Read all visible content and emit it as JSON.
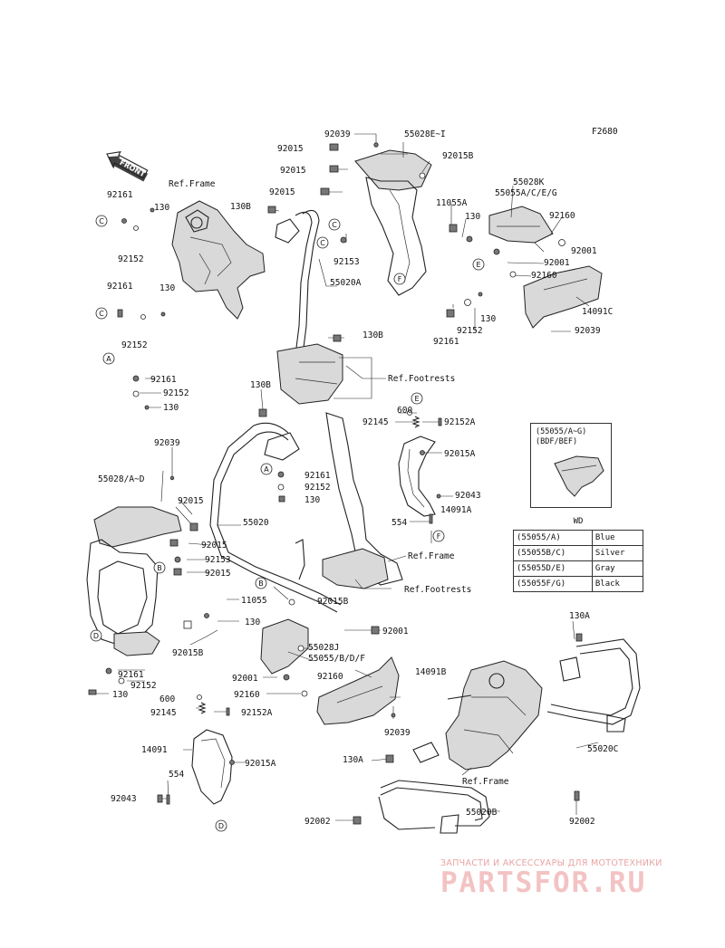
{
  "ref_code": "F2680",
  "front_label": "FRONT",
  "callouts": {
    "c_92039_top": "92039",
    "c_55028e": "55028E~I",
    "c_92015_1": "92015",
    "c_92015_2": "92015",
    "c_92015_3": "92015",
    "c_92015b_top": "92015B",
    "c_55028k": "55028K",
    "c_55055aceg": "55055A/C/E/G",
    "c_92161_left": "92161",
    "c_130_left": "130",
    "c_reframe_top": "Ref.Frame",
    "c_130b_top": "130B",
    "c_11055a": "11055A",
    "c_130_mid": "130",
    "c_92160_right": "92160",
    "c_92001_right": "92001",
    "c_92160_right2": "92160",
    "c_92152_left": "92152",
    "c_92153_top": "92153",
    "c_55020a": "55020A",
    "c_92161_left2": "92161",
    "c_130_left2": "130",
    "c_92152_left2": "92152",
    "c_14091c": "14091C",
    "c_92152_mid": "92152",
    "c_130_mid2": "130",
    "c_92161_mid": "92161",
    "c_92039_right": "92039",
    "c_130b_mid": "130B",
    "c_92161_a": "92161",
    "c_92152_a": "92152",
    "c_130_a": "130",
    "c_reffoot_top": "Ref.Footrests",
    "c_130b_left": "130B",
    "c_600_top": "600",
    "c_92145_top": "92145",
    "c_92152a_top": "92152A",
    "c_92015a_top": "92015A",
    "c_92039_left": "92039",
    "c_55028ad": "55028/A~D",
    "c_92161_c": "92161",
    "c_92152_c": "92152",
    "c_130_c": "130",
    "c_92015_left": "92015",
    "c_55020": "55020",
    "c_92043_top": "92043",
    "c_554_top": "554",
    "c_14091a": "14091A",
    "c_92015_left2": "92015",
    "c_92153_left": "92153",
    "c_92015_left3": "92015",
    "c_reframe_mid": "Ref.Frame",
    "c_reffoot_mid": "Ref.Footrests",
    "c_11055": "11055",
    "c_92015b_mid": "92015B",
    "c_130_b": "130",
    "c_92001_mid": "92001",
    "c_92015b_left": "92015B",
    "c_55028j": "55028J",
    "c_55055bdf": "55055/B/D/F",
    "c_92160_mid": "92160",
    "c_14091b": "14091B",
    "c_92161_d": "92161",
    "c_92152_d": "92152",
    "c_130_d": "130",
    "c_92001_low": "92001",
    "c_92160_low": "92160",
    "c_600_low": "600",
    "c_92145_low": "92145",
    "c_92152a_low": "92152A",
    "c_92039_low": "92039",
    "c_14091": "14091",
    "c_92015a_low": "92015A",
    "c_554_low": "554",
    "c_92043_low": "92043",
    "c_130a_top": "130A",
    "c_55020c": "55020C",
    "c_130a_low": "130A",
    "c_reframe_low": "Ref.Frame",
    "c_92002_left": "92002",
    "c_55020b": "55020B",
    "c_92002_right": "92002"
  },
  "circle_markers": [
    "C",
    "C",
    "C",
    "C",
    "E",
    "F",
    "A",
    "A",
    "E",
    "F",
    "B",
    "B",
    "D",
    "D"
  ],
  "variant_box": {
    "line1": "(55055/A~G)",
    "line2": "(BDF/BEF)"
  },
  "wd_table": {
    "title": "WD",
    "rows": [
      {
        "part": "(55055/A)",
        "color": "Blue"
      },
      {
        "part": "(55055B/C)",
        "color": "Silver"
      },
      {
        "part": "(55055D/E)",
        "color": "Gray"
      },
      {
        "part": "(55055F/G)",
        "color": "Black"
      }
    ]
  },
  "watermark": {
    "subtitle": "ЗАПЧАСТИ И АКСЕССУАРЫ ДЛЯ МОТОТЕХНИКИ",
    "brand": "PARTSFOR.RU"
  }
}
